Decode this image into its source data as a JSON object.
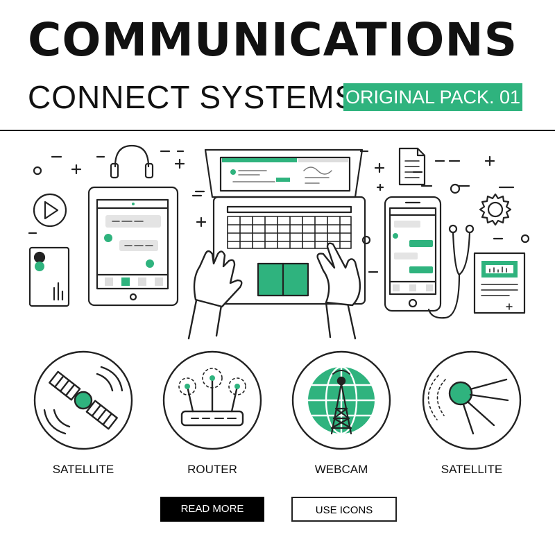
{
  "header": {
    "title": "COMMUNICATIONS",
    "subtitle": "CONNECT SYSTEMS",
    "badge": "ORIGINAL PACK. 01"
  },
  "accent_color": "#2fb37e",
  "illustration": {
    "icons": [
      "headphones-icon",
      "play-icon",
      "credit-card-icon",
      "tablet-icon",
      "laptop-icon",
      "hand-icon",
      "document-icon",
      "smartphone-icon",
      "earphones-icon",
      "gear-icon",
      "report-icon"
    ]
  },
  "icons": [
    {
      "label": "SATELLITE",
      "icon": "satellite-icon"
    },
    {
      "label": "ROUTER",
      "icon": "router-icon"
    },
    {
      "label": "WEBCAM",
      "icon": "webcam-icon"
    },
    {
      "label": "SATELLITE",
      "icon": "sputnik-icon"
    }
  ],
  "buttons": {
    "read_more": "READ MORE",
    "use_icons": "USE ICONS"
  }
}
